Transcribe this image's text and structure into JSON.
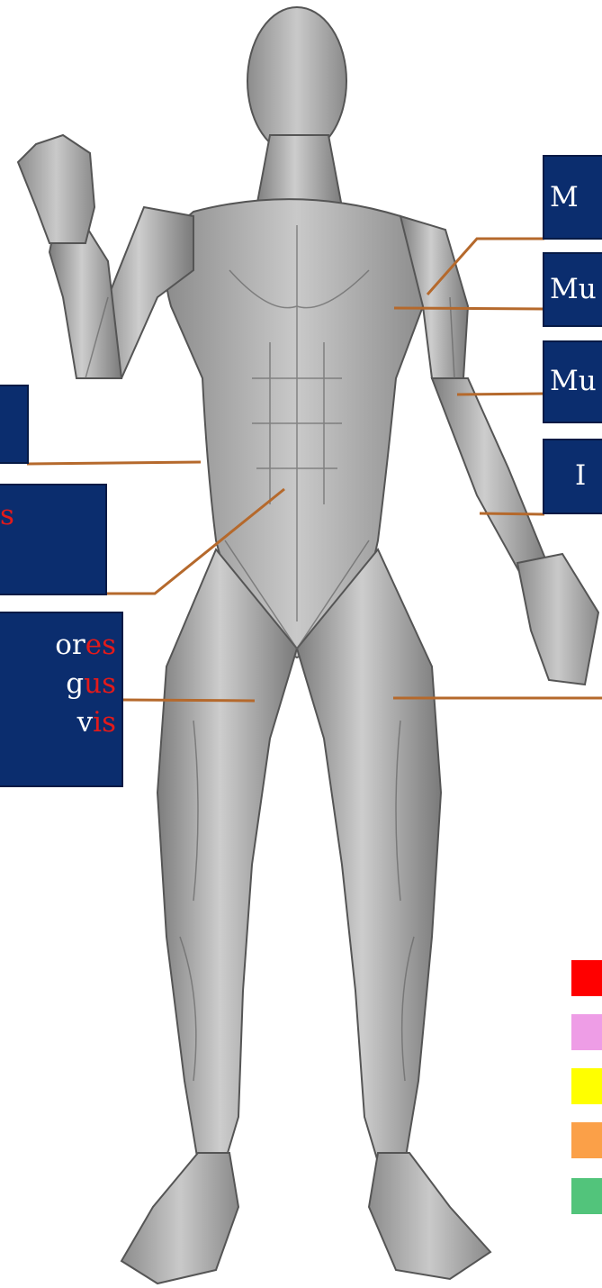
{
  "labels": {
    "right_1": {
      "text": "M"
    },
    "right_2": {
      "text": "Mu"
    },
    "right_3": {
      "text": "Mu"
    },
    "right_4": {
      "text": "I"
    },
    "left_1": {
      "text": ""
    },
    "left_2": {
      "text": "s"
    },
    "left_3": {
      "lines": [
        {
          "stem": "or",
          "ending": "es"
        },
        {
          "stem": "g",
          "ending": "us"
        },
        {
          "stem": "v",
          "ending": "is"
        }
      ]
    }
  },
  "legend": {
    "swatches": [
      {
        "name": "red",
        "color": "#ff0000"
      },
      {
        "name": "pink",
        "color": "#ee9de6"
      },
      {
        "name": "yellow",
        "color": "#ffff00"
      },
      {
        "name": "orange",
        "color": "#fba048"
      },
      {
        "name": "green",
        "color": "#52c47b"
      }
    ]
  },
  "colors": {
    "box_fill": "#0b2d6e",
    "leader_line": "#b5692c",
    "highlight_text": "#e41a1a",
    "figure_tone": "#9a9a9a"
  }
}
